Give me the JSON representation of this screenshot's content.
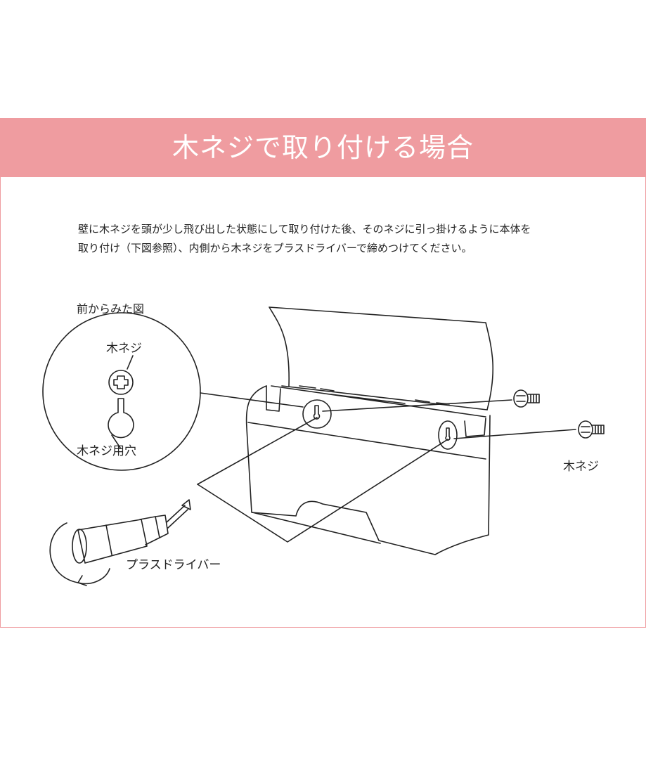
{
  "header": {
    "title": "木ネジで取り付ける場合",
    "color": "#ef9ca0"
  },
  "description": {
    "line1": "壁に木ネジを頭が少し飛び出した状態にして取り付けた後、そのネジに引っ掛けるように本体を",
    "line2": "取り付け（下図参照）、内側から木ネジをプラスドライバーで締めつけてください。"
  },
  "diagram": {
    "front_view_caption": "前からみた図",
    "screw_label_detail": "木ネジ",
    "hole_label": "木ネジ用穴",
    "screw_label_side": "木ネジ",
    "driver_label": "プラスドライバー"
  }
}
